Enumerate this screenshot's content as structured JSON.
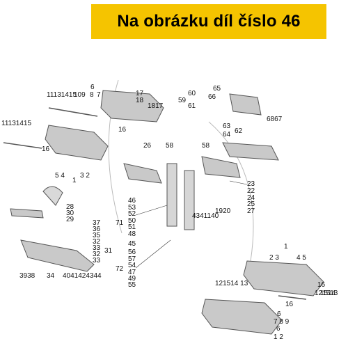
{
  "banner": {
    "title": "Na obrázku díl číslo 46"
  },
  "colors": {
    "banner_bg": "#f5c400",
    "part": "#c9c9c9",
    "part_dark": "#7a7a7a",
    "line": "#222222"
  },
  "callouts": [
    {
      "id": "c1",
      "text": "11131415"
    },
    {
      "id": "c2",
      "text": "109"
    },
    {
      "id": "c3",
      "text": "8"
    },
    {
      "id": "c4",
      "text": "7"
    },
    {
      "id": "c5",
      "text": "6"
    },
    {
      "id": "c6",
      "text": "17"
    },
    {
      "id": "c7",
      "text": "18"
    },
    {
      "id": "c8",
      "text": "1817"
    },
    {
      "id": "c9",
      "text": "60"
    },
    {
      "id": "c10",
      "text": "59"
    },
    {
      "id": "c11",
      "text": "61"
    },
    {
      "id": "c12",
      "text": "65"
    },
    {
      "id": "c13",
      "text": "66"
    },
    {
      "id": "c14",
      "text": "6867"
    },
    {
      "id": "c15",
      "text": "11131415"
    },
    {
      "id": "c16",
      "text": "16"
    },
    {
      "id": "c17",
      "text": "16"
    },
    {
      "id": "c18",
      "text": "63"
    },
    {
      "id": "c19",
      "text": "64"
    },
    {
      "id": "c20",
      "text": "62"
    },
    {
      "id": "c21",
      "text": "26"
    },
    {
      "id": "c22",
      "text": "58"
    },
    {
      "id": "c23",
      "text": "58"
    },
    {
      "id": "c24",
      "text": "5 4"
    },
    {
      "id": "c25",
      "text": "3 2"
    },
    {
      "id": "c26",
      "text": "1"
    },
    {
      "id": "c27",
      "text": "23"
    },
    {
      "id": "c28",
      "text": "22"
    },
    {
      "id": "c29",
      "text": "24"
    },
    {
      "id": "c30",
      "text": "25"
    },
    {
      "id": "c31",
      "text": "27"
    },
    {
      "id": "c32",
      "text": "46"
    },
    {
      "id": "c33",
      "text": "53"
    },
    {
      "id": "c34",
      "text": "52"
    },
    {
      "id": "c35",
      "text": "50"
    },
    {
      "id": "c36",
      "text": "51"
    },
    {
      "id": "c37",
      "text": "48"
    },
    {
      "id": "c38",
      "text": "71"
    },
    {
      "id": "c39",
      "text": "45"
    },
    {
      "id": "c40",
      "text": "1920"
    },
    {
      "id": "c41",
      "text": "4341140"
    },
    {
      "id": "c42",
      "text": "28"
    },
    {
      "id": "c43",
      "text": "30"
    },
    {
      "id": "c44",
      "text": "29"
    },
    {
      "id": "c45",
      "text": "37"
    },
    {
      "id": "c46",
      "text": "36"
    },
    {
      "id": "c47",
      "text": "35"
    },
    {
      "id": "c48",
      "text": "32"
    },
    {
      "id": "c49",
      "text": "33"
    },
    {
      "id": "c50",
      "text": "31"
    },
    {
      "id": "c51",
      "text": "32"
    },
    {
      "id": "c52",
      "text": "33"
    },
    {
      "id": "c53",
      "text": "56"
    },
    {
      "id": "c54",
      "text": "57"
    },
    {
      "id": "c55",
      "text": "54"
    },
    {
      "id": "c56",
      "text": "47"
    },
    {
      "id": "c57",
      "text": "49"
    },
    {
      "id": "c58",
      "text": "55"
    },
    {
      "id": "c59",
      "text": "72"
    },
    {
      "id": "c60",
      "text": "3938"
    },
    {
      "id": "c61",
      "text": "34"
    },
    {
      "id": "c62",
      "text": "4041424344"
    },
    {
      "id": "c63",
      "text": "1"
    },
    {
      "id": "c64",
      "text": "2 3"
    },
    {
      "id": "c65",
      "text": "4 5"
    },
    {
      "id": "c66",
      "text": "121514 13"
    },
    {
      "id": "c67",
      "text": "16"
    },
    {
      "id": "c68",
      "text": "121513"
    },
    {
      "id": "c69",
      "text": "1514"
    },
    {
      "id": "c70",
      "text": "16"
    },
    {
      "id": "c71",
      "text": "7 8 9"
    },
    {
      "id": "c72",
      "text": "6"
    },
    {
      "id": "c73",
      "text": "6"
    },
    {
      "id": "c74",
      "text": "1 2"
    }
  ]
}
